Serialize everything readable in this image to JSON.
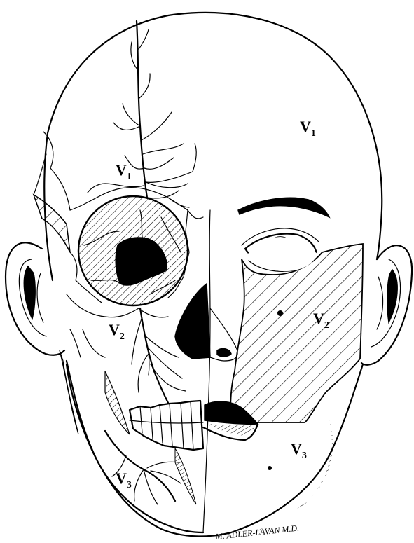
{
  "labels": {
    "forehead_v1": {
      "base": "V",
      "sub": "1"
    },
    "orbit_v1": {
      "base": "V",
      "sub": "1"
    },
    "cheek_v2_skin": {
      "base": "V",
      "sub": "2"
    },
    "maxilla_v2": {
      "base": "V",
      "sub": "2"
    },
    "chin_v3_skin": {
      "base": "V",
      "sub": "3"
    },
    "mandible_v3": {
      "base": "V",
      "sub": "3"
    }
  },
  "signature": "M. ADLER-LAVAN M.D.",
  "colors": {
    "ink": "#000000",
    "paper": "#ffffff"
  }
}
